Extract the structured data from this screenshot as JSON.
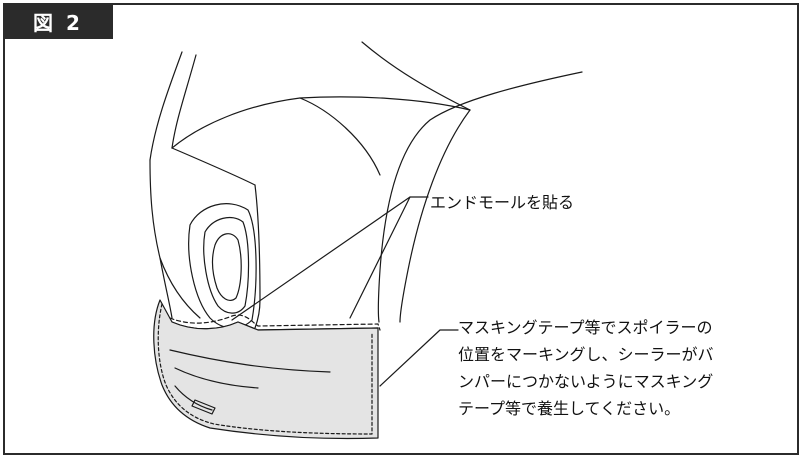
{
  "figure": {
    "label": "図 2"
  },
  "annotations": {
    "end_mold": "エンドモールを貼る",
    "masking_lines": [
      "マスキングテープ等でスポイラーの",
      "位置をマーキングし、シーラーがバ",
      "ンパーにつかないようにマスキング",
      "テープ等で養生してください。"
    ]
  },
  "colors": {
    "frame": "#2b2b2b",
    "tab_bg": "#2b2b2b",
    "tab_text": "#ffffff",
    "line": "#1a1a1a",
    "spoiler_fill": "#e4e4e4"
  }
}
